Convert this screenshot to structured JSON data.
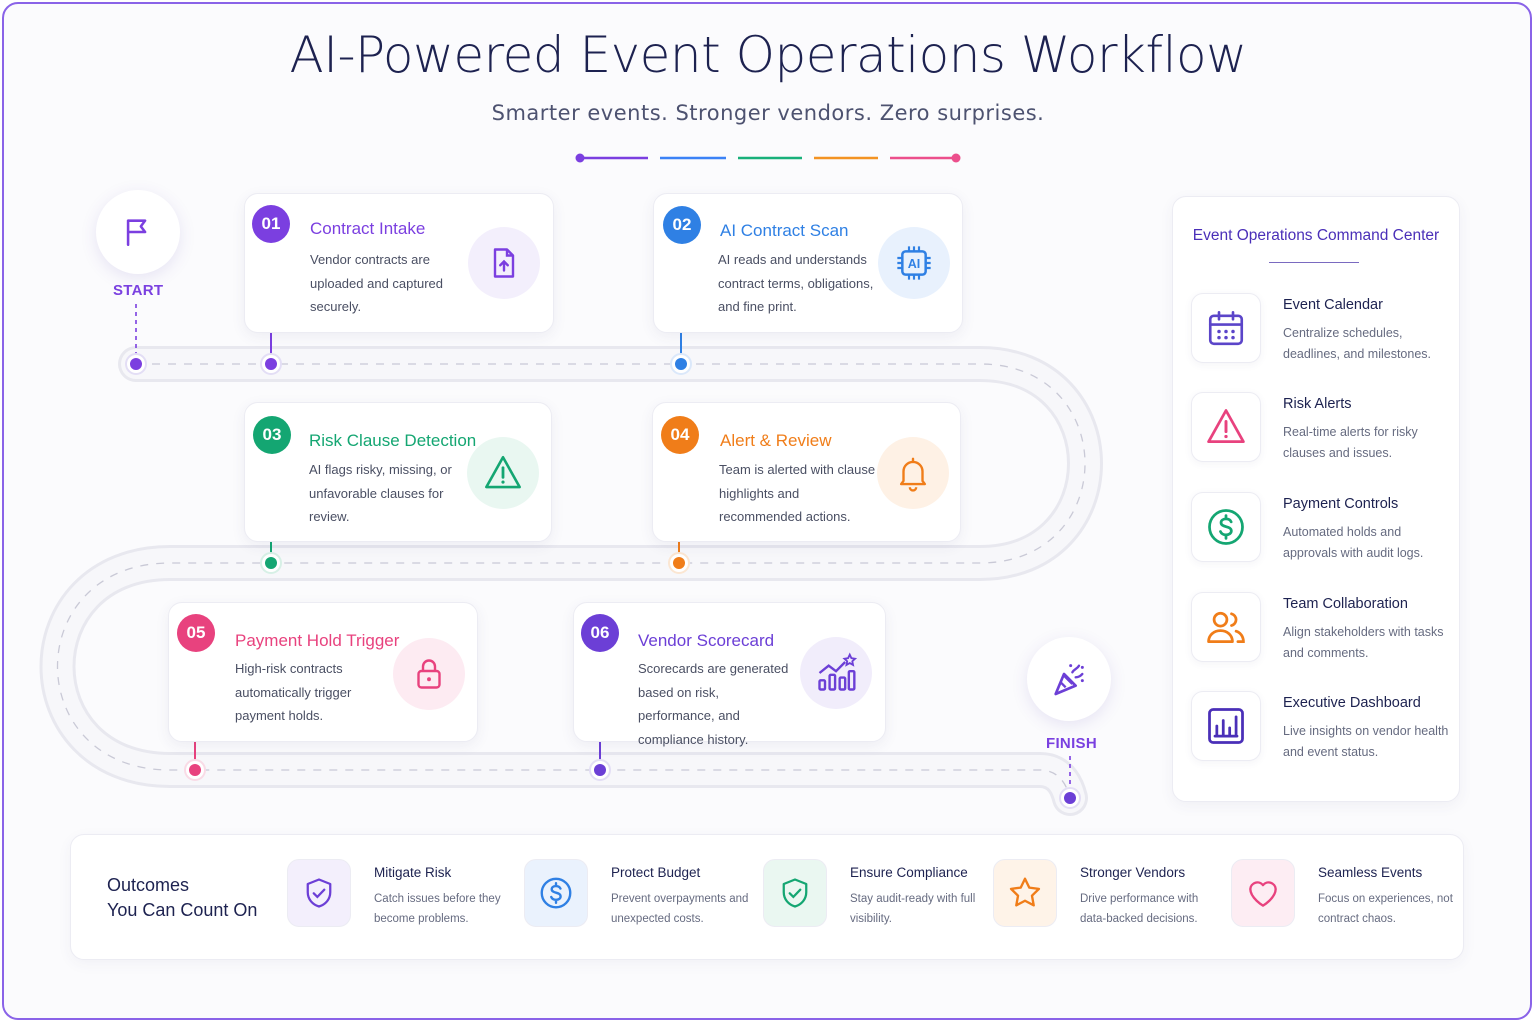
{
  "header": {
    "title": "AI-Powered Event Operations Workflow",
    "subtitle": "Smarter events. Stronger vendors. Zero surprises.",
    "accent_colors": [
      "#7b3fe0",
      "#3b82f6",
      "#18b07a",
      "#f39323",
      "#ec4f8c"
    ]
  },
  "start": {
    "label": "START",
    "icon": "flag-icon"
  },
  "finish": {
    "label": "FINISH",
    "icon": "party-popper-icon"
  },
  "steps": [
    {
      "number": "01",
      "title": "Contract Intake",
      "description": "Vendor contracts are uploaded and captured securely.",
      "color": "#7b3fe0",
      "icon": "file-upload-icon"
    },
    {
      "number": "02",
      "title": "AI Contract Scan",
      "description": "AI reads and understands contract terms, obligations, and fine print.",
      "color": "#2f80e4",
      "icon": "ai-chip-icon",
      "icon_text": "AI"
    },
    {
      "number": "03",
      "title": "Risk Clause Detection",
      "description": "AI flags risky, missing, or unfavorable clauses for review.",
      "color": "#14a672",
      "icon": "warning-triangle-icon"
    },
    {
      "number": "04",
      "title": "Alert & Review",
      "description": "Team is alerted with clause highlights and recommended actions.",
      "color": "#f07d19",
      "icon": "bell-icon"
    },
    {
      "number": "05",
      "title": "Payment Hold Trigger",
      "description": "High-risk contracts automatically trigger payment holds.",
      "color": "#e8427e",
      "icon": "lock-icon"
    },
    {
      "number": "06",
      "title": "Vendor Scorecard",
      "description": "Scorecards are generated based on risk, performance, and compliance history.",
      "color": "#6c3fd6",
      "icon": "bar-chart-star-icon"
    }
  ],
  "command_center": {
    "title": "Event Operations Command Center",
    "items": [
      {
        "title": "Event Calendar",
        "description": "Centralize schedules, deadlines, and milestones.",
        "icon": "calendar-icon",
        "color": "#5b45c9"
      },
      {
        "title": "Risk Alerts",
        "description": "Real-time alerts for risky clauses and issues.",
        "icon": "warning-triangle-icon",
        "color": "#e8427e"
      },
      {
        "title": "Payment Controls",
        "description": "Automated holds and approvals with audit logs.",
        "icon": "dollar-circle-icon",
        "color": "#14a672"
      },
      {
        "title": "Team Collaboration",
        "description": "Align stakeholders with tasks and comments.",
        "icon": "team-users-icon",
        "color": "#f07d19"
      },
      {
        "title": "Executive Dashboard",
        "description": "Live insights on vendor health and event status.",
        "icon": "dashboard-chart-icon",
        "color": "#4a2fb8"
      }
    ]
  },
  "outcomes": {
    "heading_line1": "Outcomes",
    "heading_line2": "You Can Count On",
    "items": [
      {
        "title": "Mitigate Risk",
        "description": "Catch issues before they become problems.",
        "icon": "shield-icon",
        "color": "#6c3fd6"
      },
      {
        "title": "Protect Budget",
        "description": "Prevent overpayments and unexpected costs.",
        "icon": "dollar-circle-icon",
        "color": "#2f80e4"
      },
      {
        "title": "Ensure Compliance",
        "description": "Stay audit-ready with full visibility.",
        "icon": "shield-check-icon",
        "color": "#14a672"
      },
      {
        "title": "Stronger Vendors",
        "description": "Drive performance with data-backed decisions.",
        "icon": "star-icon",
        "color": "#f07d19"
      },
      {
        "title": "Seamless Events",
        "description": "Focus on experiences, not contract chaos.",
        "icon": "heart-icon",
        "color": "#e8427e"
      }
    ]
  }
}
